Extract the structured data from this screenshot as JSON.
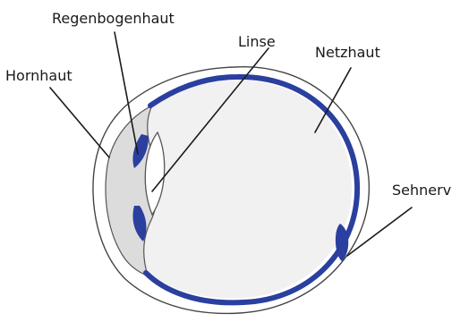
{
  "labels": {
    "iris": "Regenbogenhaut",
    "lens": "Linse",
    "retina": "Netzhaut",
    "cornea": "Hornhaut",
    "optic_nerve": "Sehnerv"
  },
  "colors": {
    "retina": "#2a3f9e",
    "eyeball_fill": "#f1f1f1",
    "cornea_fill": "#dcdcdc",
    "outline": "#444444",
    "lens_fill": "#ffffff",
    "text": "#1a1a1a"
  }
}
